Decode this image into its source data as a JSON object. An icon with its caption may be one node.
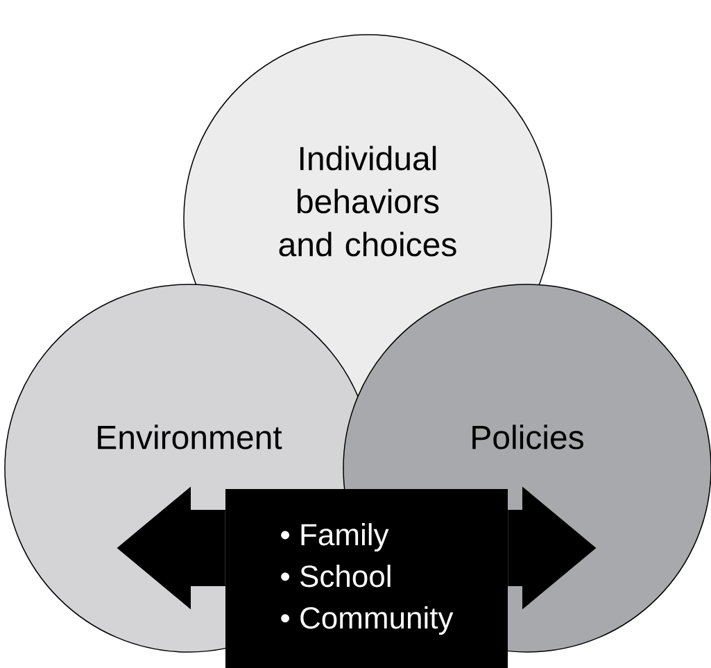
{
  "diagram": {
    "nodes": [
      {
        "text": [
          "Individual behaviors and choices"
        ]
      },
      {
        "text": [
          "Environment"
        ]
      },
      {
        "text": [
          "Policies"
        ]
      },
      {
        "text": [
          "• Family",
          "• School",
          "• Community"
        ]
      }
    ],
    "edges": [
      {
        "from": 3,
        "to": 1,
        "arrow": "to"
      },
      {
        "from": 3,
        "to": 2,
        "arrow": "to"
      }
    ]
  }
}
